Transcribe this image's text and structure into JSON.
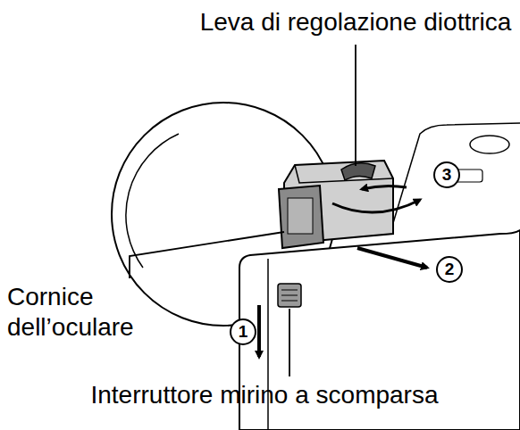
{
  "diagram": {
    "labels": [
      "Leva di regolazione diottrica",
      "Cornice dell’oculare",
      "Interruttore mirino a scomparsa",
      "1",
      "2",
      "3"
    ]
  }
}
